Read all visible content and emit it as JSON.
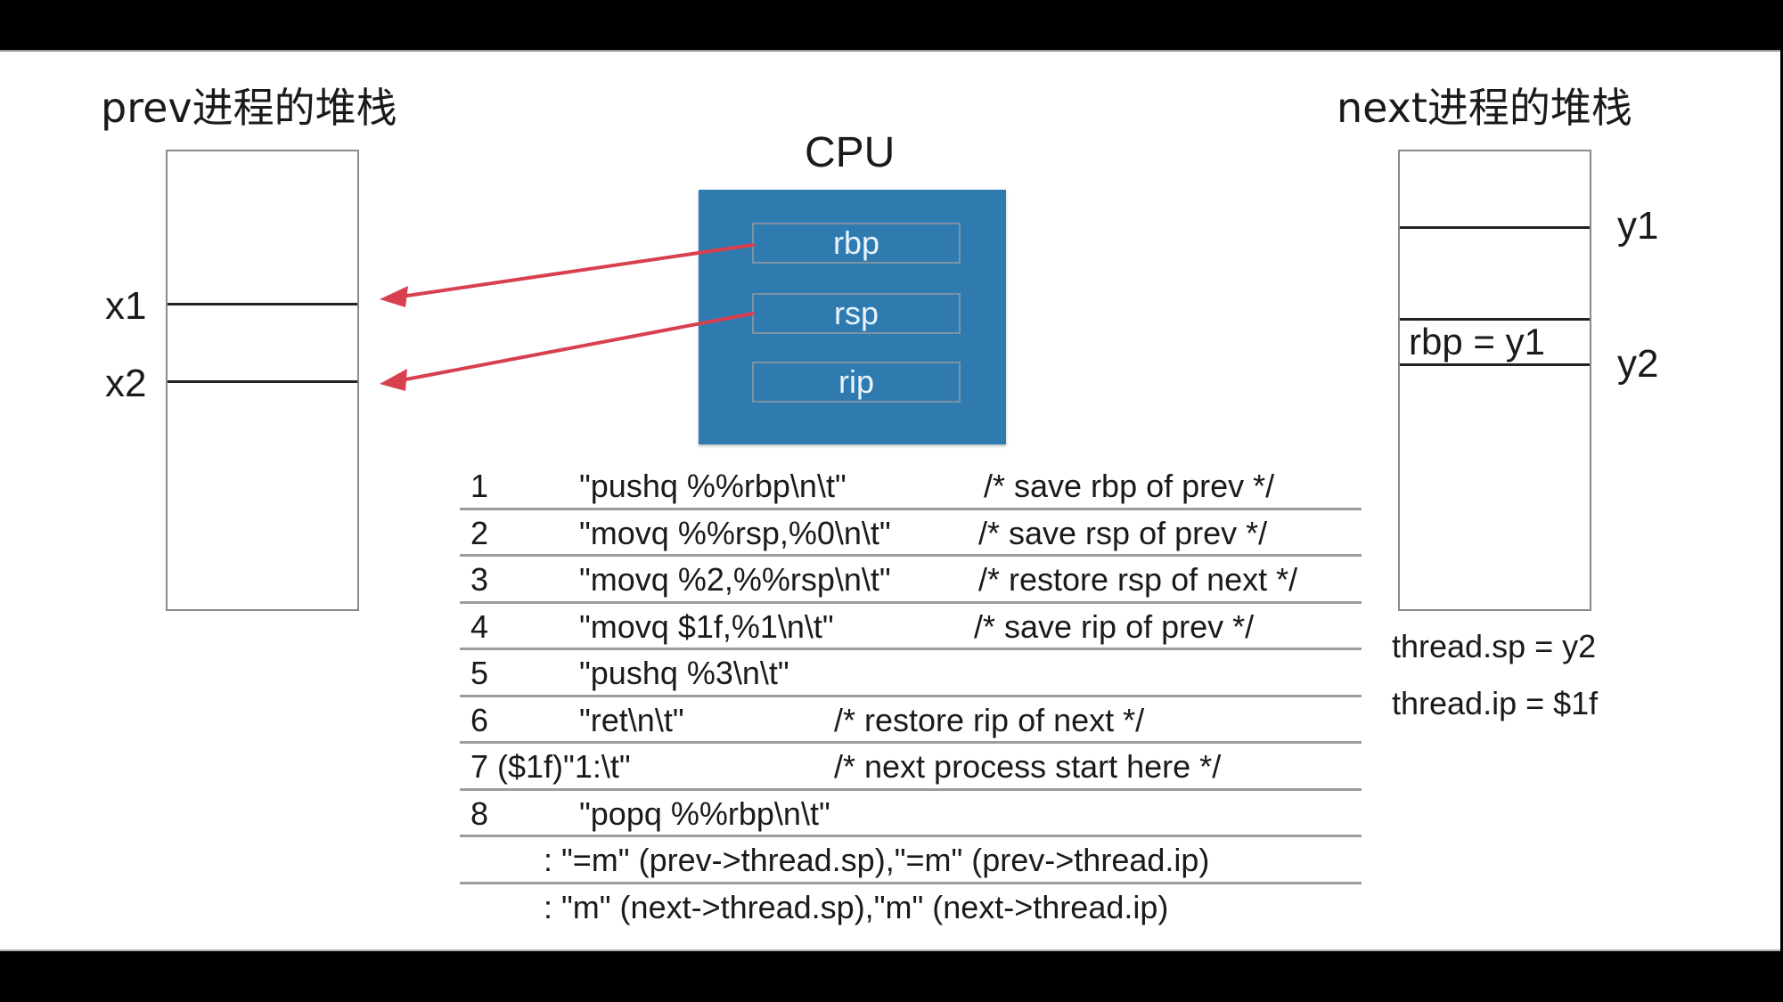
{
  "prev_stack": {
    "title": "prev进程的堆栈",
    "markers": [
      {
        "label": "x1"
      },
      {
        "label": "x2"
      }
    ]
  },
  "next_stack": {
    "title": "next进程的堆栈",
    "markers": [
      {
        "label": "y1"
      },
      {
        "label": "y2"
      }
    ],
    "cell_text": "rbp = y1",
    "notes": [
      "thread.sp = y2",
      "thread.ip = $1f"
    ]
  },
  "cpu": {
    "title": "CPU",
    "registers": [
      "rbp",
      "rsp",
      "rip"
    ],
    "box_color": "#2f7bb0"
  },
  "arrows": [
    {
      "from": "rbp",
      "to": "x1",
      "color": "#d9404f"
    },
    {
      "from": "rsp",
      "to": "x2",
      "color": "#d9404f"
    }
  ],
  "code": {
    "rows": [
      {
        "num": "1",
        "code": "\"pushq %%rbp\\n\\t\"",
        "comment": "/* save rbp of prev */"
      },
      {
        "num": "2",
        "code": "\"movq %%rsp,%0\\n\\t\"",
        "comment": "/* save rsp of prev */"
      },
      {
        "num": "3",
        "code": "\"movq %2,%%rsp\\n\\t\"",
        "comment": "/* restore  rsp of next */"
      },
      {
        "num": "4",
        "code": "\"movq $1f,%1\\n\\t\"",
        "comment": "/* save rip of prev */"
      },
      {
        "num": "5",
        "code": "\"pushq %3\\n\\t\"",
        "comment": ""
      },
      {
        "num": "6",
        "code": "\"ret\\n\\t\"",
        "comment": "/* restore  rip of next */"
      },
      {
        "num": "7 ($1f)\"1:\\t\"",
        "code": "",
        "comment": "/* next process start here */"
      },
      {
        "num": "8",
        "code": "\"popq %%rbp\\n\\t\"",
        "comment": ""
      },
      {
        "num": "",
        "code": ": \"=m\" (prev->thread.sp),\"=m\" (prev->thread.ip)",
        "comment": ""
      },
      {
        "num": "",
        "code": ": \"m\" (next->thread.sp),\"m\" (next->thread.ip)",
        "comment": ""
      }
    ]
  }
}
